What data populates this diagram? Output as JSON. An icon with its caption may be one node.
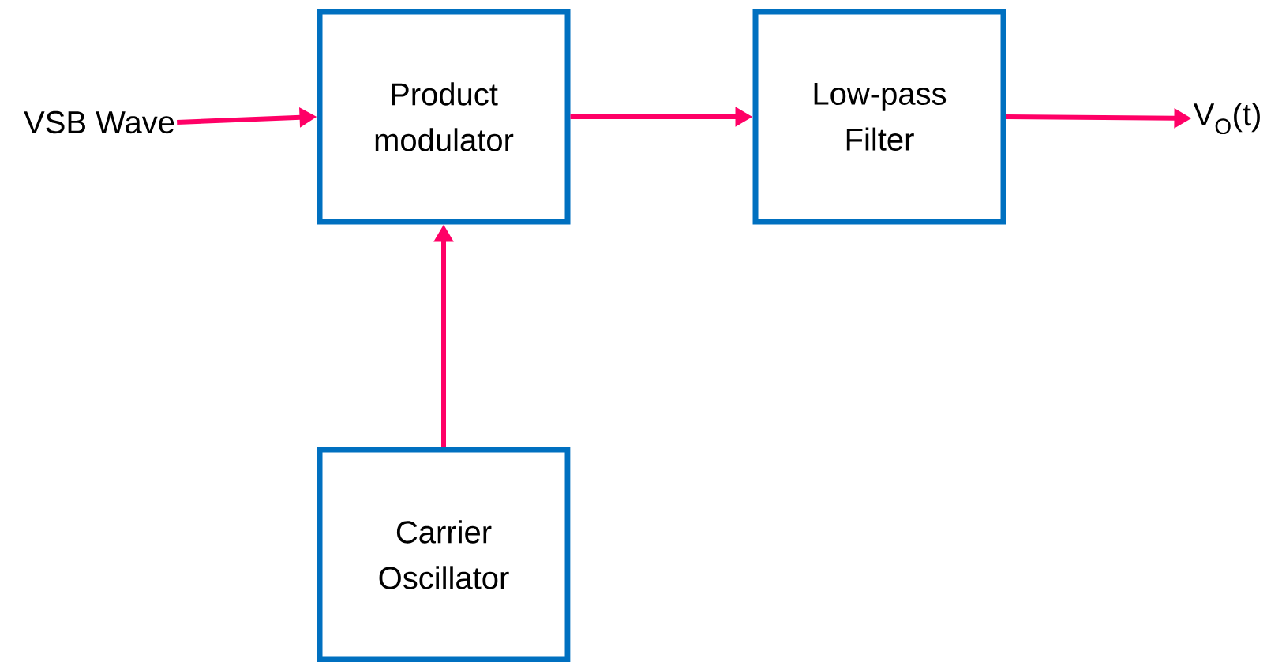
{
  "diagram": {
    "nodes": [
      {
        "text": [
          "VSB Wave"
        ]
      },
      {
        "text": [
          "Product modulator"
        ]
      },
      {
        "text": [
          "Low-pass Filter"
        ]
      },
      {
        "text": [
          "V$_{O}$(t)"
        ]
      },
      {
        "text": [
          "Carrier Oscillator"
        ]
      }
    ],
    "edges": [
      {
        "from": 0,
        "to": 1,
        "arrow": "to"
      },
      {
        "from": 1,
        "to": 2,
        "arrow": "to"
      },
      {
        "from": 2,
        "to": 3,
        "arrow": "to"
      },
      {
        "from": 4,
        "to": 1,
        "arrow": "to"
      }
    ]
  }
}
